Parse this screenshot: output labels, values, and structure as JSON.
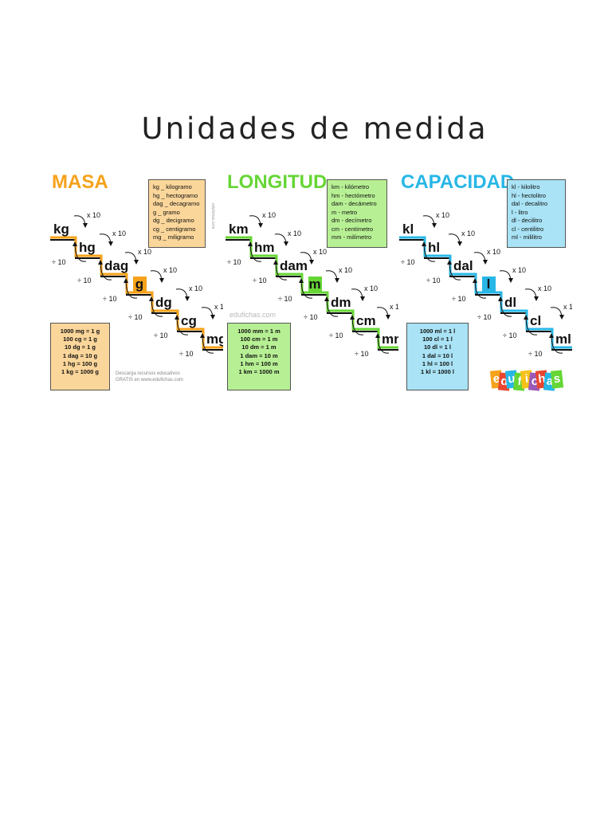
{
  "title": "Unidades de medida",
  "colors": {
    "masa": "#f6a21a",
    "longitud": "#66d635",
    "capacidad": "#27b7e6"
  },
  "panels": [
    {
      "key": "masa",
      "heading": "MASA",
      "color": "#f6a21a",
      "legend_bg": "#fbd69a",
      "eq_bg": "#fbd69a",
      "units": [
        "kg",
        "hg",
        "dag",
        "g",
        "dg",
        "cg",
        "mg"
      ],
      "multiply_label": "x 10",
      "divide_label": "÷ 10",
      "legend": [
        "kg _ kilogramo",
        "hg _ hectogramo",
        "dag _ decagramo",
        "g _ gramo",
        "dg _ decigramo",
        "cg _ centigramo",
        "mg _ miligramo"
      ],
      "equivalences": [
        "1000 mg = 1 g",
        "100 cg = 1 g",
        "10 dg = 1 g",
        "1 dag = 10 g",
        "1 hg = 100 g",
        "1 kg = 1000 g"
      ]
    },
    {
      "key": "longitud",
      "heading": "LONGITUD",
      "color": "#66d635",
      "legend_bg": "#b7f094",
      "eq_bg": "#b7f094",
      "units": [
        "km",
        "hm",
        "dam",
        "m",
        "dm",
        "cm",
        "mm"
      ],
      "multiply_label": "x 10",
      "divide_label": "÷ 10",
      "legend": [
        "km - kilómetro",
        "hm - hectómetro",
        "dam - decámetro",
        "m - metro",
        "dm - decímetro",
        "cm - centímetro",
        "mm - milímetro"
      ],
      "equivalences": [
        "1000 mm = 1 m",
        "100 cm = 1 m",
        "10 dm = 1 m",
        "1 dam = 10 m",
        "1 hm = 100 m",
        "1 km = 1000 m"
      ]
    },
    {
      "key": "capacidad",
      "heading": "CAPACIDAD",
      "color": "#27b7e6",
      "legend_bg": "#a9e3f5",
      "eq_bg": "#a9e3f5",
      "units": [
        "kl",
        "hl",
        "dal",
        "l",
        "dl",
        "cl",
        "ml"
      ],
      "multiply_label": "x 10",
      "divide_label": "÷ 10",
      "legend": [
        "kl - kilolitro",
        "hl - hectolitro",
        "dal - decalitro",
        "l - litro",
        "dl - decilitro",
        "cl - centilitro",
        "ml - mililitro"
      ],
      "equivalences": [
        "1000 ml = 1 l",
        "100 cl = 1 l",
        "10 dl = 1 l",
        "1 dal = 10 l",
        "1 hl = 100 l",
        "1 kl = 1000 l"
      ]
    }
  ],
  "watermark": "edufichas.com",
  "side_url": "edufichas.com",
  "footer": [
    "Descarga recursos educativos",
    "GRATIS en www.edufichas.com"
  ],
  "logo": {
    "letters": [
      "e",
      "d",
      "u",
      "f",
      "i",
      "c",
      "h",
      "a",
      "s"
    ],
    "colors": [
      "#f6a21a",
      "#e8462f",
      "#27b7e6",
      "#66d635",
      "#f6c21a",
      "#9b59b6",
      "#e8462f",
      "#27b7e6",
      "#66d635"
    ]
  }
}
